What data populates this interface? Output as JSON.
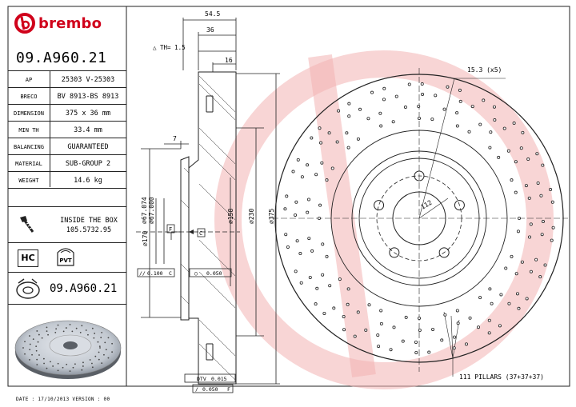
{
  "brand": {
    "name": "brembo",
    "color": "#d0021b"
  },
  "part_number": "09.A960.21",
  "specs": [
    {
      "key": "AP",
      "value": "25303 V-25303"
    },
    {
      "key": "BRECO",
      "value": "BV 8913-BS 8913"
    },
    {
      "key": "DIMENSION",
      "value": "375 x 36 mm"
    },
    {
      "key": "MIN TH",
      "value": "33.4 mm"
    },
    {
      "key": "BALANCING",
      "value": "GUARANTEED"
    },
    {
      "key": "MATERIAL",
      "value": "SUB-GROUP 2"
    },
    {
      "key": "WEIGHT",
      "value": "14.6 kg"
    }
  ],
  "inside_box": {
    "line1": "INSIDE THE BOX",
    "line2": "105.5732.95"
  },
  "badges": {
    "hc": "HC",
    "pvt": "PVT"
  },
  "part_number_bottom": "09.A960.21",
  "footer": "DATE : 17/10/2013 VERSION : 00",
  "drawing": {
    "overall_width": "54.5",
    "thickness": "36",
    "th": "TH= 1.5",
    "th_triangle": "△",
    "hat": "16",
    "offset": "7",
    "d170": "⌀170",
    "d67074": "⌀67.074",
    "d67000": "⌀67.000",
    "d158": "⌀158",
    "d230": "⌀230",
    "d375": "⌀375",
    "datum_f": "F",
    "datum_c": "C",
    "tol1": {
      "sym": "//",
      "val": "0.100",
      "ref": "C"
    },
    "tol2": {
      "sym": "◯",
      "val": "0.050"
    },
    "dtv": {
      "label": "DTV",
      "val": "0.015"
    },
    "runout": {
      "sym": "/",
      "val": "0.050",
      "ref": "F"
    },
    "holes_diam": "15.3 (x5)",
    "pcd": "112",
    "pillars": "111 PILLARS (37+37+37)"
  },
  "colors": {
    "watermark": "#f3c6c6",
    "line": "#222222"
  }
}
